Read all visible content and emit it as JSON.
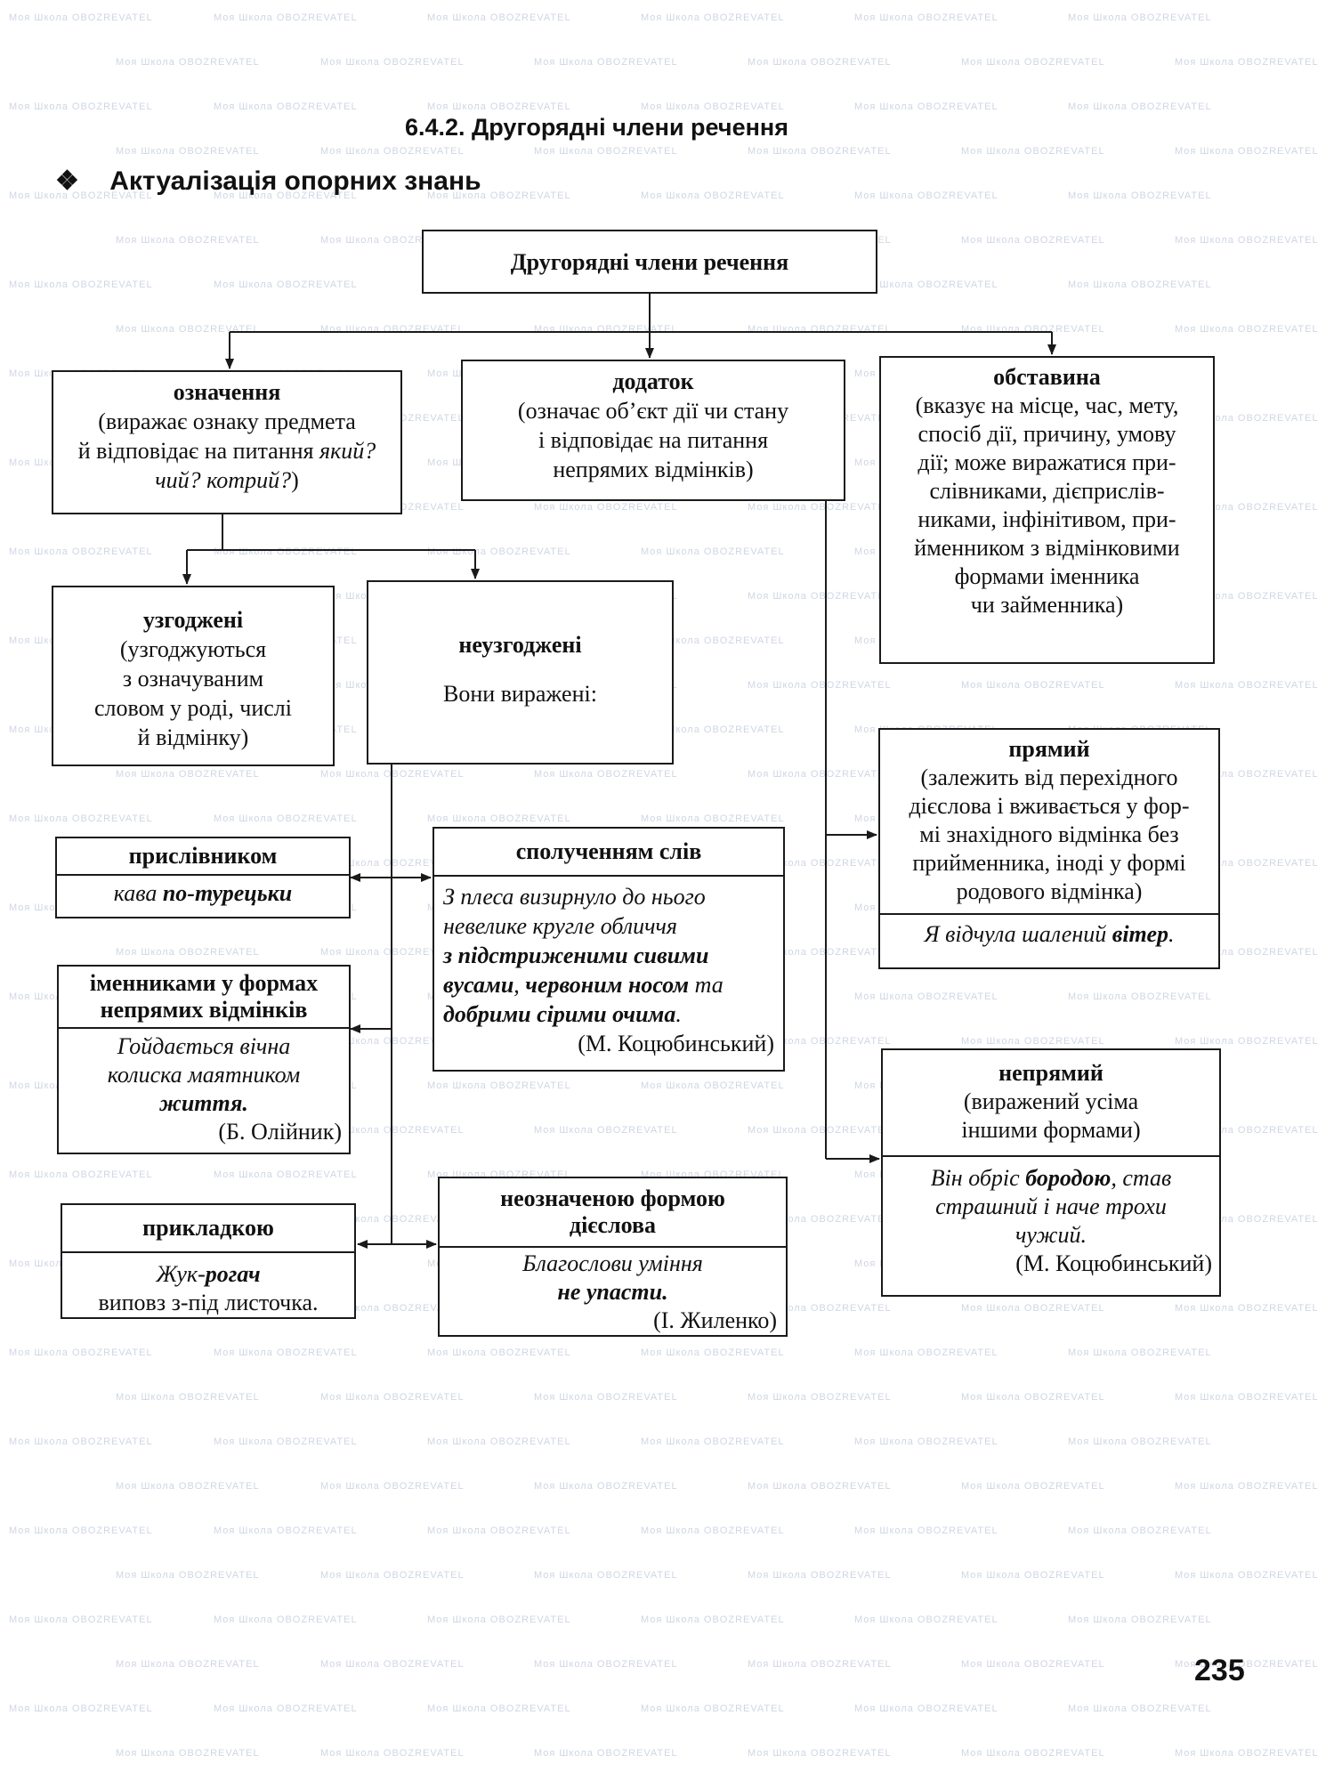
{
  "section_title": "6.4.2. Другорядні члени речення",
  "subsection_bullet": "❖",
  "subsection_title": "Актуалізація опорних знань",
  "watermark": "Моя Школа  OBOZREVATEL",
  "page_number": "235",
  "root": {
    "title": "Другорядні члени речення"
  },
  "oznachennya": {
    "title": "означення",
    "l1": "(виражає ознаку предмета",
    "l2a": "й відповідає на питання ",
    "l2b": "який?",
    "l3a": "чий? котрий?",
    "l3b": ")"
  },
  "dodatok": {
    "title": "додаток",
    "l1": "(означає об’єкт дії чи стану",
    "l2": "і відповідає на питання",
    "l3": "непрямих відмінків)"
  },
  "obstavyna": {
    "title": "обставина",
    "lines": [
      "(вказує на місце, час, мету,",
      "спосіб дії, причину, умову",
      "дії; може виражатися при-",
      "слівниками, дієприслів-",
      "никами, інфінітивом, при-",
      "йменником з відмінковими",
      "формами іменника",
      "чи займенника)"
    ]
  },
  "uzgodzheni": {
    "title": "узгоджені",
    "lines": [
      "(узгоджуються",
      "з означуваним",
      "словом у роді, числі",
      "й відмінку)"
    ]
  },
  "neuzgodzheni": {
    "title": "неузгоджені",
    "text": "Вони виражені:"
  },
  "pryslivnykom": {
    "title": "прислівником",
    "ex_a": "кава ",
    "ex_b": "по-турецьки"
  },
  "imennykamy": {
    "title1": "іменниками у формах",
    "title2": "непрямих відмінків",
    "ex1": "Гойдається вічна",
    "ex2": "колиска маятником",
    "ex3": "життя.",
    "author": "(Б. Олійник)"
  },
  "prykladkoyu": {
    "title": "прикладкою",
    "ex_a": "Жук-",
    "ex_b": "рогач",
    "ex2": "виповз з-під листочка."
  },
  "spoluchennyam": {
    "title": "сполученням слів",
    "ex1": "З плеса визирнуло до нього",
    "ex2": "невелике кругле обличчя",
    "ex3a": "з ",
    "ex3b": "підстриженими сивими",
    "ex4a": "вусами",
    "ex4b": ", ",
    "ex4c": "червоним носом",
    "ex4d": " та",
    "ex5a": "добрими сірими очима",
    "ex5b": ".",
    "author": "(М. Коцюбинський)"
  },
  "neoznachenoyu": {
    "title1": "неозначеною формою",
    "title2": "дієслова",
    "ex1": "Благослови уміння",
    "ex2": "не упасти.",
    "author": "(І. Жиленко)"
  },
  "pryamyi": {
    "title": "прямий",
    "lines": [
      "(залежить від перехідного",
      "дієслова і вживається у фор-",
      "мі знахідного відмінка без",
      "прийменника, іноді у формі",
      "родового відмінка)"
    ],
    "ex_a": "Я відчула шалений ",
    "ex_b": "вітер",
    "ex_c": "."
  },
  "nepryamyi": {
    "title": "непрямий",
    "l1": "(виражений усіма",
    "l2": "іншими формами)",
    "ex1a": "Він обріс ",
    "ex1b": "бородою",
    "ex1c": ", став",
    "ex2": "страшний і наче трохи",
    "ex3": "чужий.",
    "author": "(М. Коцюбинський)"
  }
}
